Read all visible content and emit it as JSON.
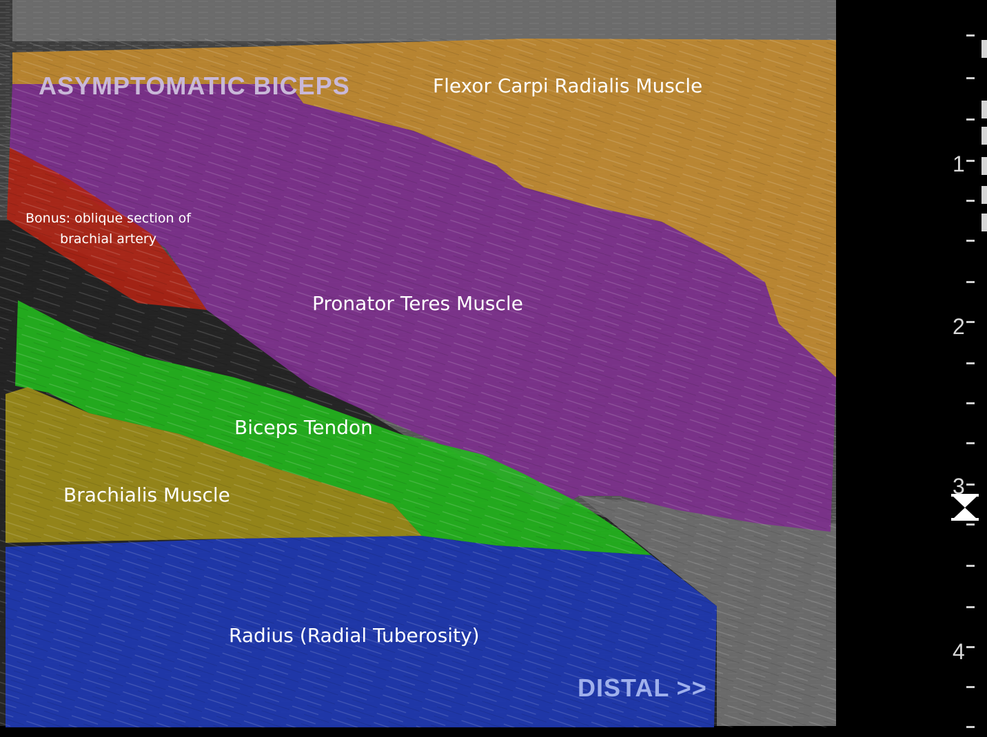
{
  "image": {
    "overlay_title": "ASYMPTOMATIC BICEPS",
    "direction_label": "DISTAL >>",
    "overlay_color": "#c9b8d8",
    "direction_color": "#9fb0ec"
  },
  "regions": [
    {
      "name": "Flexor Carpi Radialis Muscle",
      "color": "#c68c2e"
    },
    {
      "name": "Pronator Teres Muscle",
      "color": "#7d2f8e"
    },
    {
      "name": "Bonus: oblique section of brachial artery",
      "color": "#b02414"
    },
    {
      "name": "Biceps Tendon",
      "color": "#23b81e"
    },
    {
      "name": "Brachialis Muscle",
      "color": "#a08f1a"
    },
    {
      "name": "Radius (Radial Tuberosity)",
      "color": "#1f3ab6"
    }
  ],
  "labels": {
    "fcr": "Flexor Carpi Radialis Muscle",
    "pronator": "Pronator Teres Muscle",
    "bonus": "Bonus: oblique section of brachial artery",
    "biceps": "Biceps Tendon",
    "brachialis": "Brachialis Muscle",
    "radius": "Radius (Radial Tuberosity)"
  },
  "depth_scale": [
    "1",
    "2",
    "3",
    "4"
  ]
}
